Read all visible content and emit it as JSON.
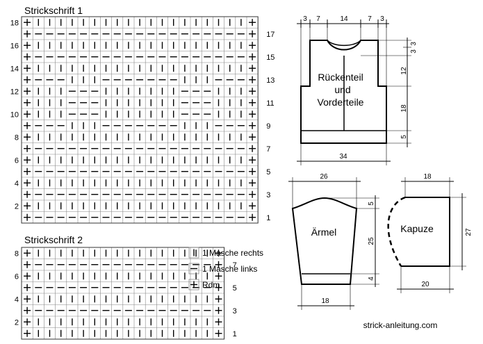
{
  "chart1": {
    "title": "Strickschrift 1",
    "left_labels": [
      "18",
      "16",
      "14",
      "12",
      "10",
      "8",
      "6",
      "4",
      "2"
    ],
    "right_labels": [
      "17",
      "15",
      "13",
      "11",
      "9",
      "7",
      "5",
      "3",
      "1"
    ],
    "rows": [
      "|||||||||||||||||||",
      "-------------------",
      "|||||||||||||||||||",
      "-------------------",
      "|||||||||||||||||||",
      "---|||-------|||---",
      "|||---|||||||---|||",
      "|||---|||||||---|||",
      "|||---|||||||---|||",
      "---|||-------|||---",
      "|||||||||||||||||||",
      "-------------------",
      "|||||||||||||||||||",
      "-------------------",
      "|||||||||||||||||||",
      "-------------------",
      "|||||||||||||||||||",
      "-------------------"
    ]
  },
  "chart2": {
    "title": "Strickschrift 2",
    "left_labels": [
      "8",
      "6",
      "4",
      "2"
    ],
    "right_labels": [
      "7",
      "5",
      "3",
      "1"
    ],
    "rows": [
      "||||||||||||||||",
      "----------------",
      "||||||||||||||||",
      "----------------",
      "||||||||||||||||",
      "----------------",
      "||||||||||||||||",
      "||||||||||||||||"
    ]
  },
  "legend": [
    {
      "symbol": "|",
      "label": "1 Masche rechts"
    },
    {
      "symbol": "-",
      "label": "1 Masche links"
    },
    {
      "symbol": "+",
      "label": "Rdm"
    }
  ],
  "body_piece": {
    "label_lines": [
      "Rückenteil",
      "und",
      "Vorderteile"
    ],
    "top_dims": [
      "3",
      "7",
      "14",
      "7",
      "3"
    ],
    "right_dims": [
      "3",
      "3",
      "12",
      "18",
      "5"
    ],
    "bottom_dim": "34"
  },
  "sleeve_piece": {
    "label": "Ärmel",
    "top_dim": "26",
    "right_dims": [
      "5",
      "25",
      "4"
    ],
    "bottom_dim": "18"
  },
  "hood_piece": {
    "label": "Kapuze",
    "top_dim": "18",
    "right_dim": "27",
    "bottom_dim": "20"
  },
  "footer": "strick-anleitung.com"
}
